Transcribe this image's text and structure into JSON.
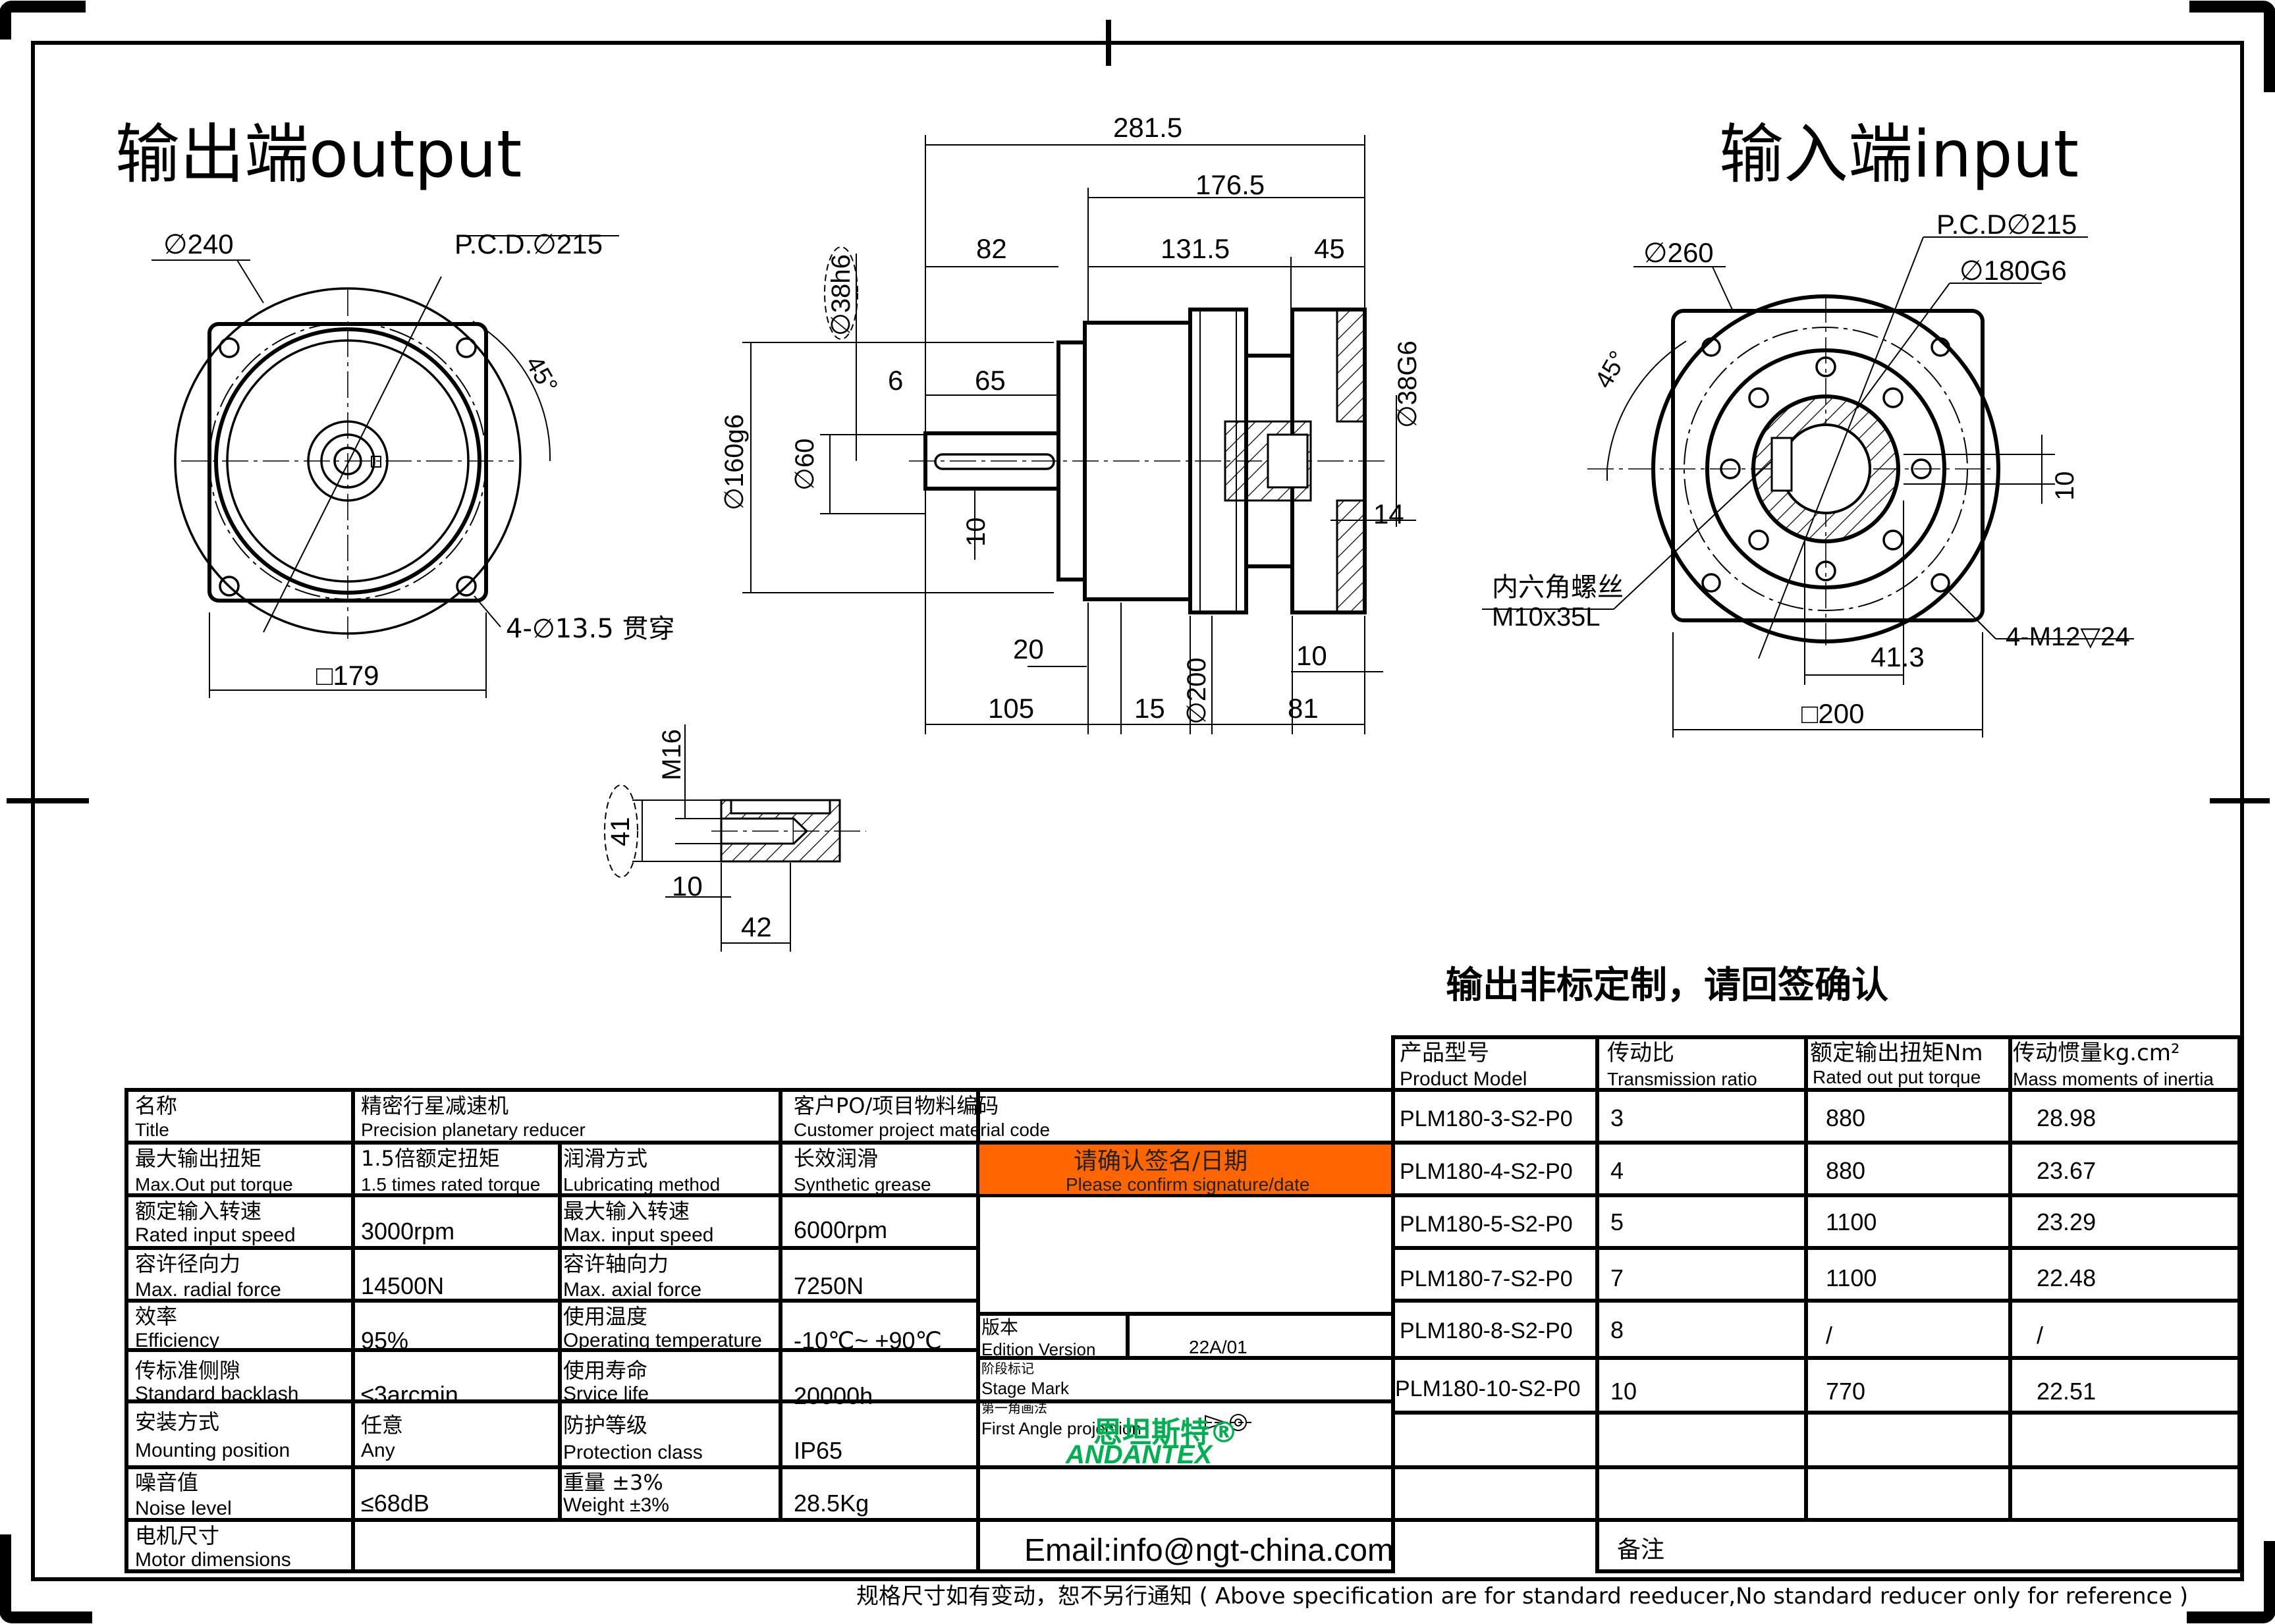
{
  "headings": {
    "output": "输出端output",
    "input": "输入端input",
    "custom_notice": "输出非标定制，请回签确认"
  },
  "output_view": {
    "dia_outer": "∅240",
    "pcd": "P.C.D.∅215",
    "angle": "45°",
    "holes": "4-∅13.5 贯穿",
    "square": "□179"
  },
  "side_view": {
    "overall": "281.5",
    "body": "176.5",
    "shaft_len": "82",
    "mid": "131.5",
    "flange": "45",
    "shaft_dia": "∅38h6",
    "key_off": "6",
    "key_len": "65",
    "pilot": "∅160g6",
    "shoulder": "∅60",
    "key_w": "10",
    "bore": "∅38G6",
    "depth14": "14",
    "d20": "20",
    "d10": "10",
    "d200": "∅200",
    "d105": "105",
    "d15": "15",
    "d81": "81"
  },
  "detail_view": {
    "thread": "M16",
    "dia": "41",
    "d10": "10",
    "d42": "42"
  },
  "input_view": {
    "pcd": "P.C.D∅215",
    "dia_outer": "∅260",
    "bore": "∅180G6",
    "angle": "45°",
    "screw_cn": "内六角螺丝",
    "screw_en": "M10x35L",
    "keyw": "10",
    "d41": "41.3",
    "taps": "4-M12▽24",
    "square": "□200"
  },
  "spec_table": {
    "rows": [
      {
        "l_cn": "名称",
        "l_en": "Title",
        "v_cn": "精密行星减速机",
        "v_en": "Precision planetary reducer",
        "l2_cn": "客户PO/项目物料编码",
        "l2_en": "Customer project material code",
        "v2": ""
      },
      {
        "l_cn": "最大输出扭矩",
        "l_en": "Max.Out put torque",
        "v_cn": "1.5倍额定扭矩",
        "v_en": "1.5 times rated torque",
        "l2_cn": "润滑方式",
        "l2_en": "Lubricating method",
        "v2_cn": "长效润滑",
        "v2_en": "Synthetic grease"
      },
      {
        "l_cn": "额定输入转速",
        "l_en": "Rated input speed",
        "v": "3000rpm",
        "l2_cn": "最大输入转速",
        "l2_en": "Max. input speed",
        "v2": "6000rpm"
      },
      {
        "l_cn": "容许径向力",
        "l_en": "Max. radial force",
        "v": "14500N",
        "l2_cn": "容许轴向力",
        "l2_en": "Max. axial force",
        "v2": "7250N"
      },
      {
        "l_cn": "效率",
        "l_en": "Efficiency",
        "v": "95%",
        "l2_cn": "使用温度",
        "l2_en": "Operating temperature",
        "v2": "-10℃~ +90℃"
      },
      {
        "l_cn": "传标准侧隙",
        "l_en": "Standard backlash",
        "v": "≤3arcmin",
        "l2_cn": "使用寿命",
        "l2_en": "Srvice life",
        "v2": "20000h"
      },
      {
        "l_cn": "安装方式",
        "l_en": "Mounting position",
        "v_cn": "任意",
        "v_en": "Any",
        "l2_cn": "防护等级",
        "l2_en": "Protection class",
        "v2": "IP65"
      },
      {
        "l_cn": "噪音值",
        "l_en": "Noise level",
        "v": "≤68dB",
        "l2_cn": "重量 ±3%",
        "l2_en": "Weight ±3%",
        "v2": "28.5Kg"
      },
      {
        "l_cn": "电机尺寸",
        "l_en": "Motor dimensions"
      }
    ],
    "confirm_cn": "请确认签名/日期",
    "confirm_en": "Please confirm signature/date",
    "edition_cn": "版本",
    "edition_en": "Edition Version",
    "edition_val": "22A/01",
    "stage_cn": "阶段标记",
    "stage_en": "Stage Mark",
    "proj_cn": "第一角画法",
    "proj_en": "First Angle projection",
    "brand_cn": "恩坦斯特®",
    "brand_en": "ANDANTEX",
    "email": "Email:info@ngt-china.com",
    "remark": "备注",
    "accent": "#ff6600",
    "brand_color": "#00b050"
  },
  "model_table": {
    "headers": [
      {
        "cn": "产品型号",
        "en": "Product Model"
      },
      {
        "cn": "传动比",
        "en": "Transmission ratio"
      },
      {
        "cn": "额定输出扭矩Nm",
        "en": "Rated out put torque"
      },
      {
        "cn": "传动惯量kg.cm²",
        "en": "Mass moments of inertia"
      }
    ],
    "rows": [
      [
        "PLM180-3-S2-P0",
        "3",
        "880",
        "28.98"
      ],
      [
        "PLM180-4-S2-P0",
        "4",
        "880",
        "23.67"
      ],
      [
        "PLM180-5-S2-P0",
        "5",
        "1100",
        "23.29"
      ],
      [
        "PLM180-7-S2-P0",
        "7",
        "1100",
        "22.48"
      ],
      [
        "PLM180-8-S2-P0",
        "8",
        "/",
        "/"
      ],
      [
        "PLM180-10-S2-P0",
        "10",
        "770",
        "22.51"
      ]
    ]
  },
  "footer": "规格尺寸如有变动，恕不另行通知 ( Above specification are for standard reeducer,No standard reducer only for reference )"
}
